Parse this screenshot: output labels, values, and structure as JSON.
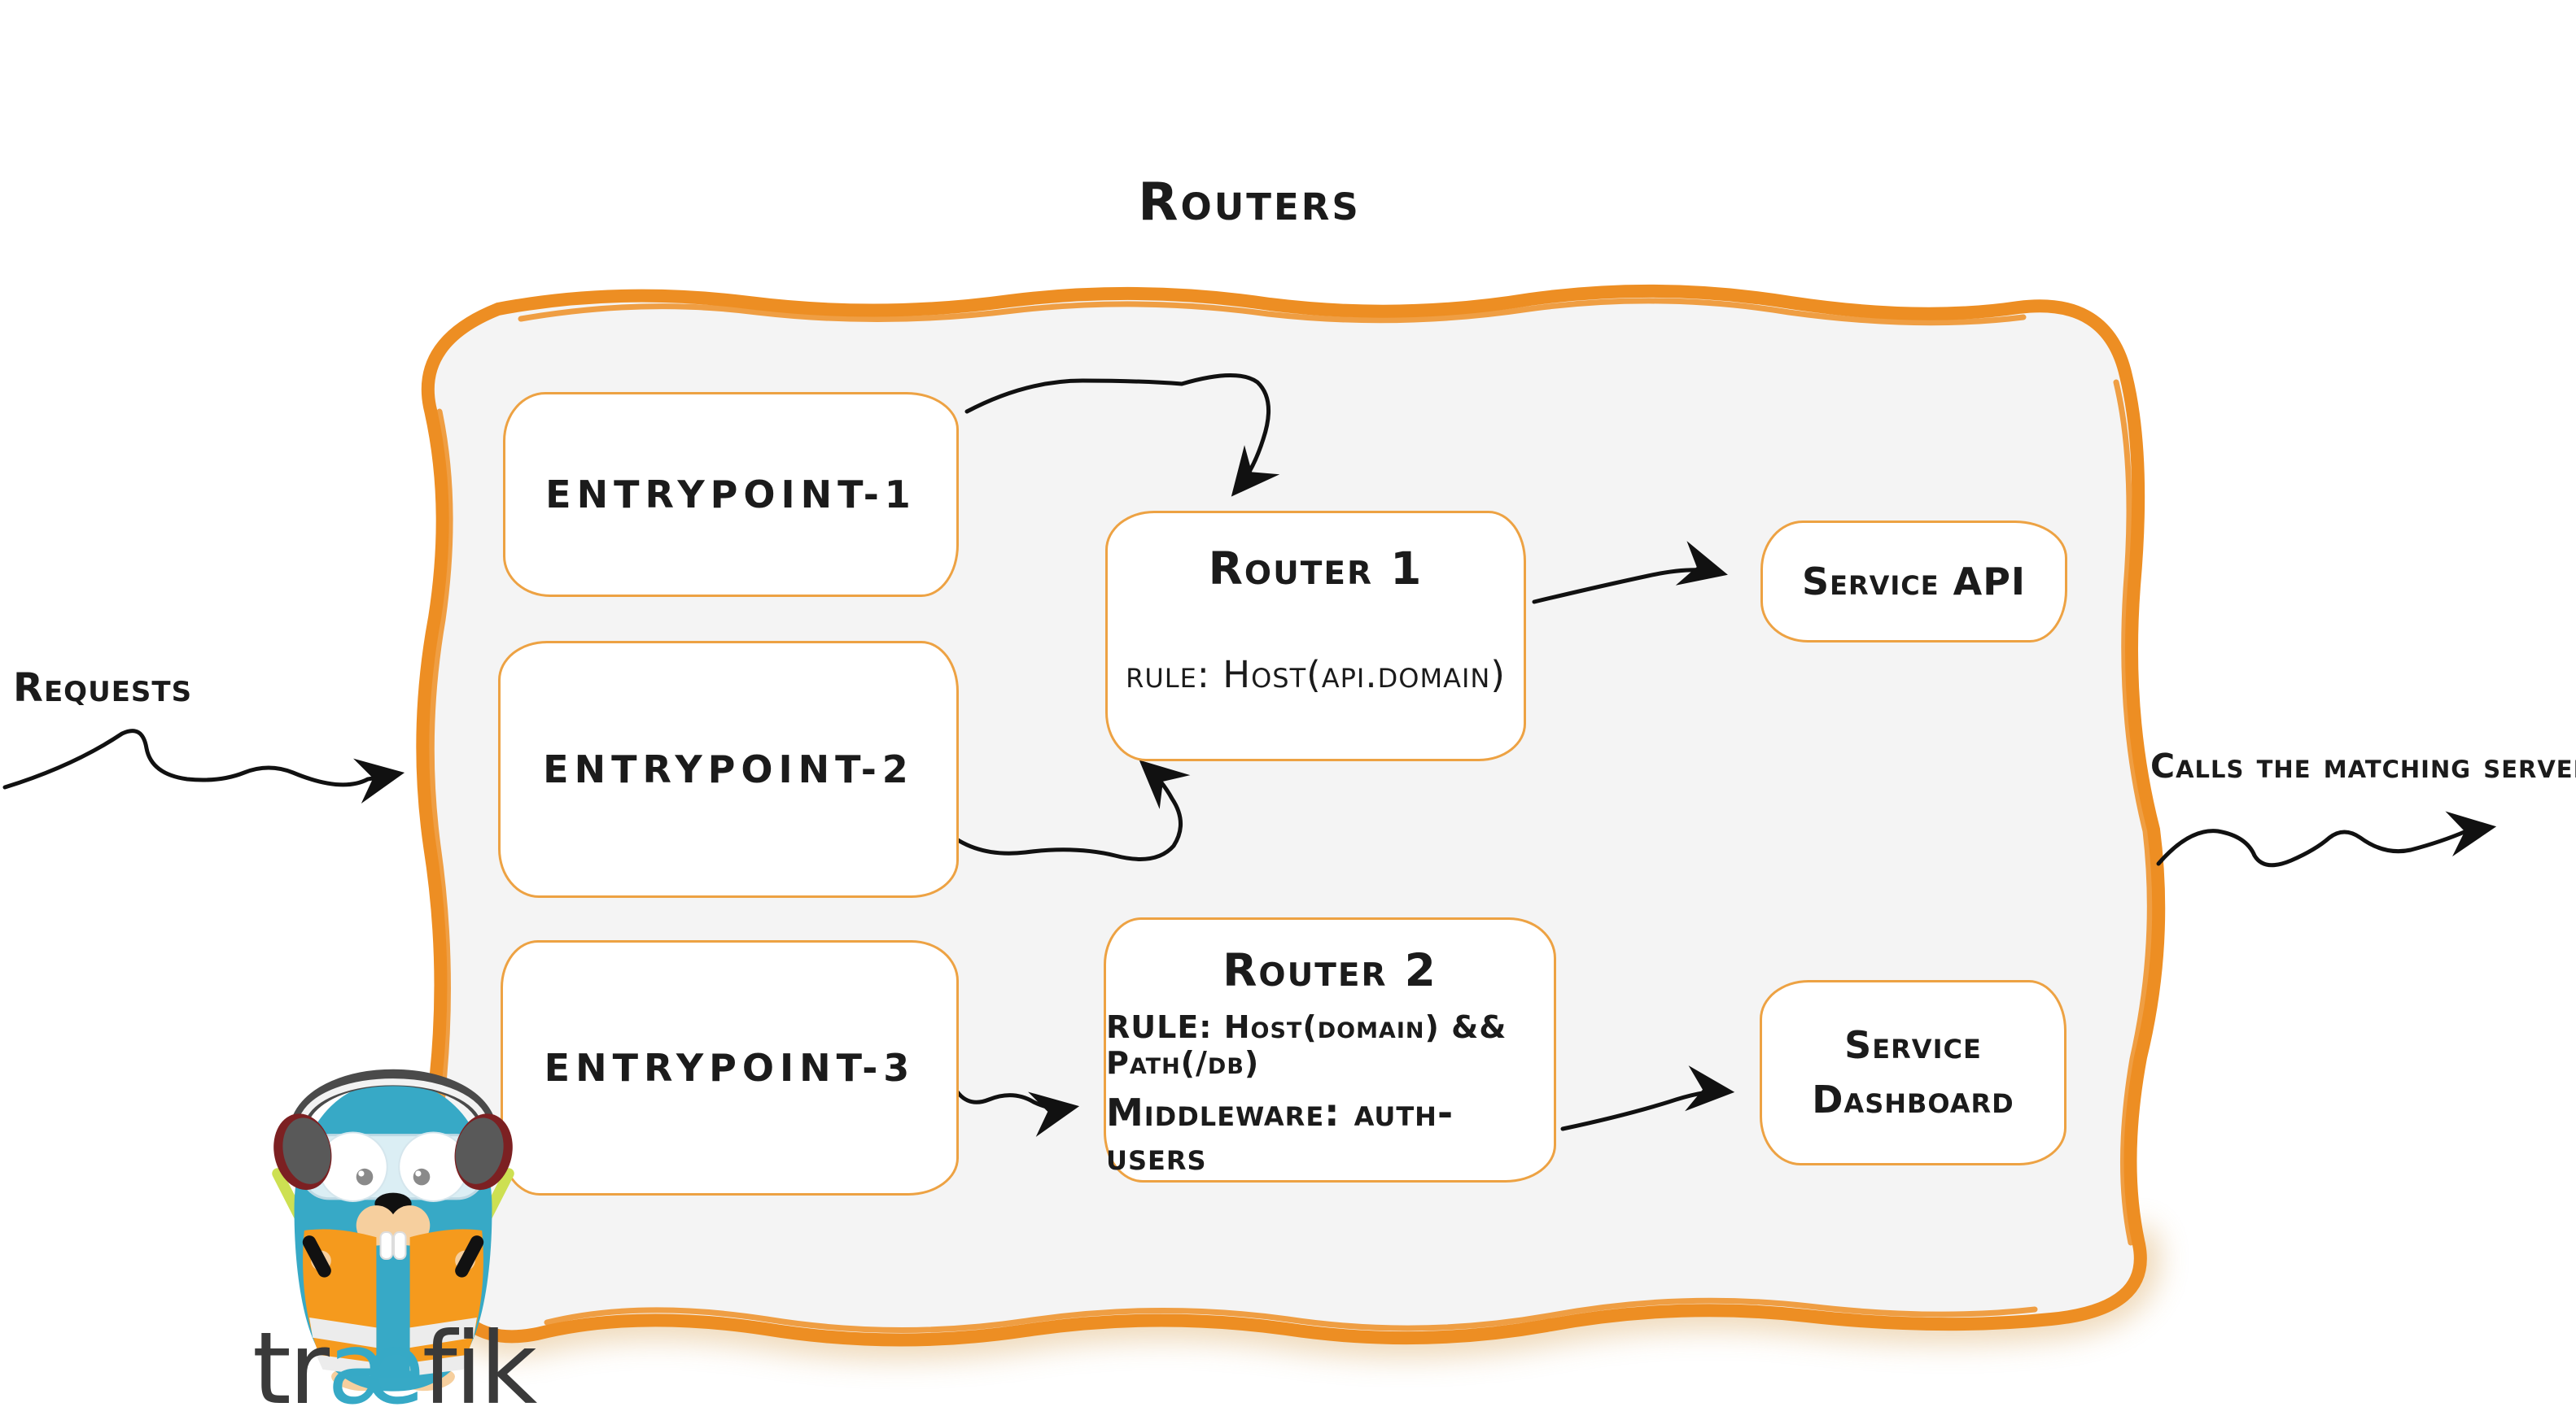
{
  "diagram": {
    "title": "Routers",
    "requests_label": "Requests",
    "calls_label": "Calls the matching server"
  },
  "entrypoints": [
    {
      "label": "entrypoint-1"
    },
    {
      "label": "entrypoint-2"
    },
    {
      "label": "entrypoint-3"
    }
  ],
  "routers": [
    {
      "title": "Router 1",
      "rule": "rule: Host(api.domain)"
    },
    {
      "title": "Router 2",
      "rule": "RULE: Host(domain) && Path(/db)",
      "middleware": "Middleware: auth-users"
    }
  ],
  "services": [
    {
      "label": "Service API"
    },
    {
      "label": "Service Dashboard"
    }
  ],
  "brand": {
    "wordmark_pre": "tr",
    "wordmark_ae": "æ",
    "wordmark_post": "fik",
    "mascot_icon": "traefik-gopher-icon"
  },
  "colors": {
    "container_border_orange": "#ED8E23",
    "box_border_orange": "#EDA243",
    "container_fill": "#F4F4F4",
    "ink": "#1B1B1B",
    "brand_teal": "#36A9C6",
    "wordmark_gray": "#3A3A3A",
    "vest_orange": "#F59A1D",
    "wand_green": "#CDE052"
  }
}
